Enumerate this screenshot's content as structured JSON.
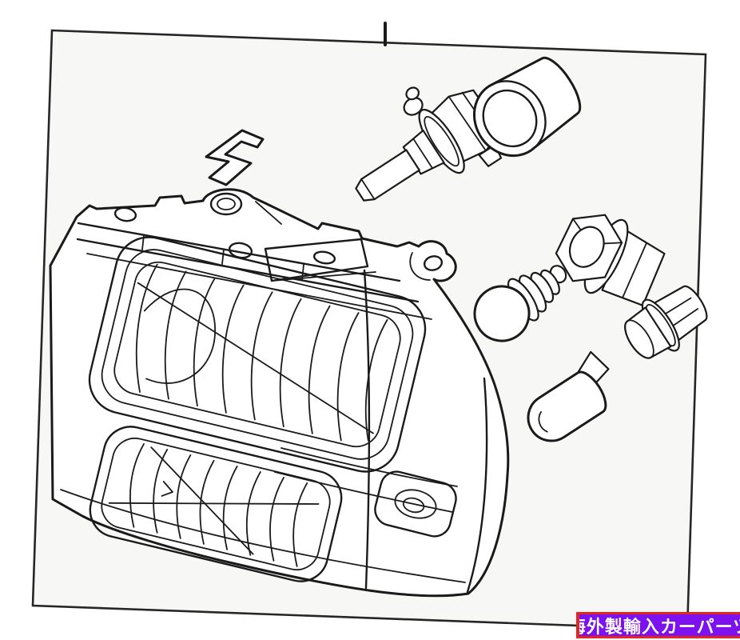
{
  "page": {
    "background": "#ffffff",
    "kind": "product listing illustration"
  },
  "figure": {
    "description": "Black-and-white exploded parts diagram of a truck headlamp assembly shown on a slightly tilted white sheet with a position tick mark at top center",
    "line_color": "#1a1a1a",
    "paper_color": "#f7f7f5",
    "tick_mark": "top-center reference tick",
    "parts": [
      {
        "name": "headlamp-housing",
        "desc": "headlamp housing with two fluted lens openings and mounting ear"
      },
      {
        "name": "retaining-clip",
        "desc": "bent sheet-metal retaining clip"
      },
      {
        "name": "halogen-bulb",
        "desc": "halogen headlamp bulb with O-ring flange and connector base"
      },
      {
        "name": "dust-cap",
        "desc": "round rubber dust cap"
      },
      {
        "name": "hex-bulb-socket",
        "desc": "bulb socket with hexagonal flange"
      },
      {
        "name": "park-turn-bulb",
        "desc": "round glass bulb with ribbed base"
      },
      {
        "name": "side-marker-socket",
        "desc": "small twist-lock bulb socket"
      },
      {
        "name": "wedge-bulb",
        "desc": "wedge-base capsule bulb"
      }
    ]
  },
  "banner": {
    "text": "海外製輸入カーパーツ",
    "background": "#7d12ef",
    "border_color": "#e2281e",
    "text_color": "#ffffff"
  }
}
